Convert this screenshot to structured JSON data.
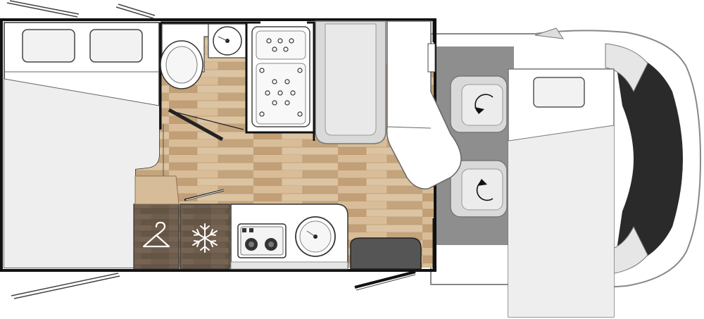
{
  "diagram": {
    "type": "motorhome-floor-plan",
    "areas": [
      "rear-double-bed",
      "bathroom-toilet",
      "bathroom-washbasin",
      "shower-tray",
      "rear-bench-seat",
      "front-bench-seat",
      "kitchen-counter",
      "wardrobe",
      "refrigerator",
      "drop-down-bed",
      "driver-cab"
    ],
    "icons": {
      "wardrobe": "clothes-hanger-icon",
      "fridge": "snowflake-icon",
      "swivel": "rotate-arrow-icon",
      "hob": "two-burner-hob-icon",
      "sink": "round-sink-icon"
    },
    "colors": {
      "floor": "#c9ac86",
      "cab_floor": "#8e8e8e",
      "cabinet": "#6b5a4a",
      "wall": "#111111",
      "furniture": "#f2f2f2",
      "upholstery": "#d9d9d9"
    }
  }
}
